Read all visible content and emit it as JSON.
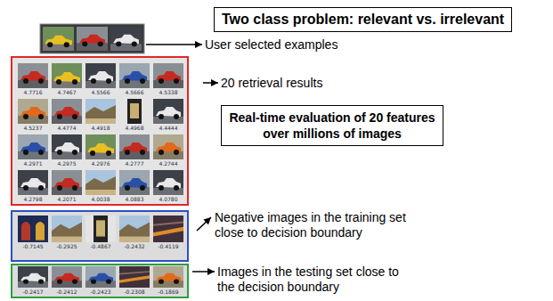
{
  "diagram": {
    "nodes": [
      {
        "text": [
          "Two class problem: relevant vs. irrelevant"
        ]
      },
      {
        "text": [
          "4.7716",
          "4.7467",
          "4.5566",
          "4.5666",
          "4.5338",
          "4.5237",
          "4.4774",
          "4.4918",
          "4.4968",
          "4.4444",
          "4.2971",
          "4.2975",
          "4.2976",
          "4.2777",
          "4.2744",
          "4.2798",
          "4.2071",
          "4.0038",
          "4.0883",
          "4.0780"
        ]
      },
      {
        "text": [
          "Real-time evaluation of 20 features over millions of images"
        ]
      },
      {
        "text": [
          "-0.7145",
          "-0.2925",
          "-0.4867",
          "-0.2432",
          "-0.4119"
        ]
      },
      {
        "text": [
          "-0.2417",
          "-0.2412",
          "-0.2423",
          "-0.2308",
          "-0.1869"
        ]
      }
    ],
    "labels": [
      "User selected examples",
      "20 retrieval results",
      "Negative images in the training set close to decision boundary",
      "Images in the testing set close to the decision boundary"
    ]
  }
}
